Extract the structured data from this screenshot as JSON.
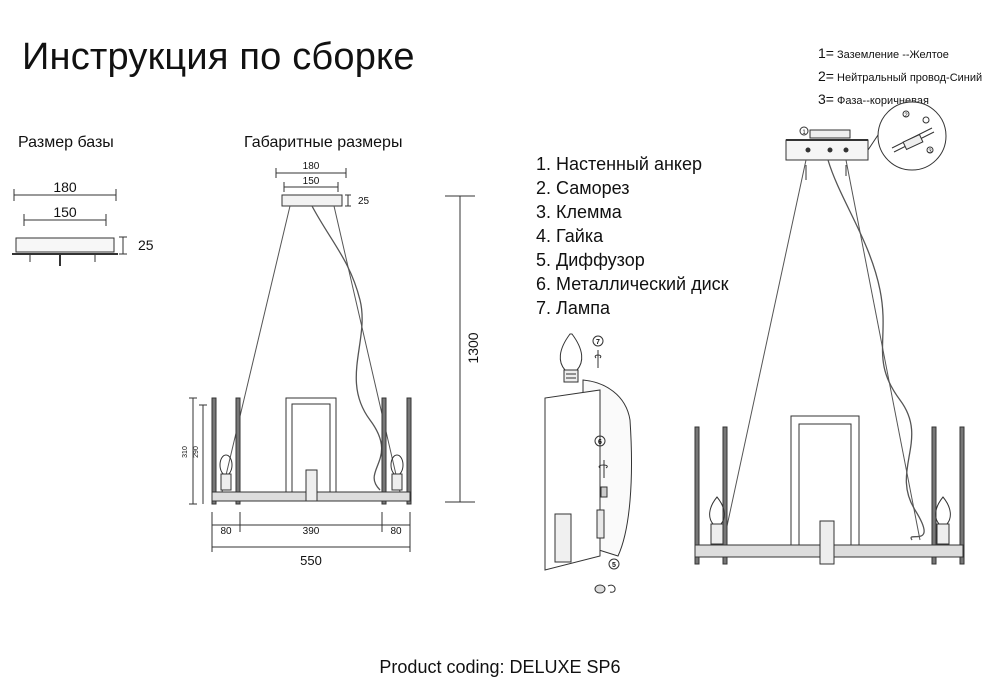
{
  "title": "Инструкция по сборке",
  "labels": {
    "base_size": "Размер базы",
    "overall_size": "Габаритные размеры"
  },
  "dimensions": {
    "base_width": "180",
    "base_inner": "150",
    "base_height": "25",
    "top_180": "180",
    "top_150": "150",
    "top_25": "25",
    "height_total": "1300",
    "side_310": "310",
    "side_290": "290",
    "seg_left": "80",
    "seg_mid": "390",
    "seg_right": "80",
    "width_total": "550"
  },
  "parts": [
    "1. Настенный анкер",
    "2. Саморез",
    "3. Клемма",
    "4. Гайка",
    "5. Диффузор",
    "6. Металлический диск",
    "7. Лампа"
  ],
  "wiring": [
    {
      "num": "1=",
      "text": "Заземление --Желтое"
    },
    {
      "num": "2=",
      "text": "Нейтральный провод-Синий"
    },
    {
      "num": "3=",
      "text": "Фаза--коричневая"
    }
  ],
  "callouts": {
    "c7": "7",
    "c6": "6",
    "c5": "5",
    "c1": "1",
    "c2": "2",
    "c3": "3"
  },
  "footer": "Product coding: DELUXE SP6"
}
